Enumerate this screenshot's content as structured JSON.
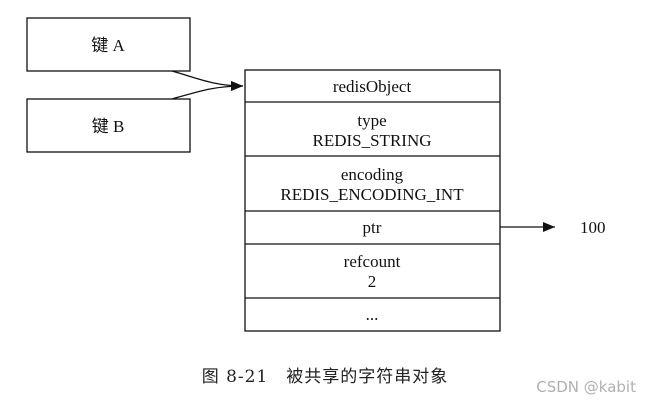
{
  "diagram": {
    "keys": [
      {
        "label": "键 A"
      },
      {
        "label": "键 B"
      }
    ],
    "object": {
      "header": "redisObject",
      "fields": [
        {
          "label": "type",
          "value": "REDIS_STRING"
        },
        {
          "label": "encoding",
          "value": "REDIS_ENCODING_INT"
        },
        {
          "label": "ptr"
        },
        {
          "label": "refcount",
          "value": "2"
        },
        {
          "label": "..."
        }
      ]
    },
    "ptr_target": "100"
  },
  "caption": {
    "figure_number": "图 8-21",
    "text": "被共享的字符串对象"
  },
  "watermark": "CSDN @kabit"
}
